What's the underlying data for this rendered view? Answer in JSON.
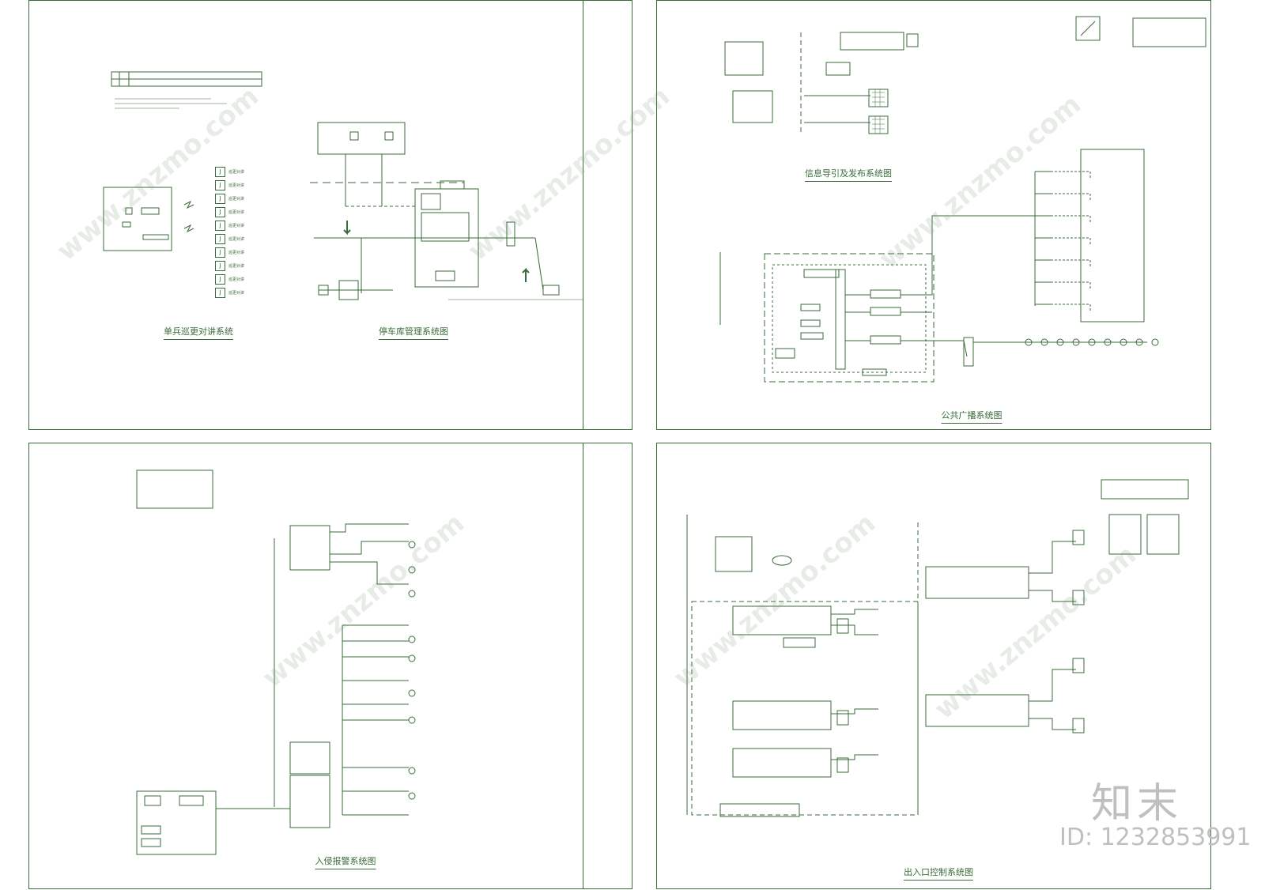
{
  "sheets": {
    "top_left": {
      "titles": [
        "单兵巡更对讲系统",
        "停车库管理系统图"
      ],
      "intercom_labels": [
        "巡更对讲",
        "巡更对讲",
        "巡更对讲",
        "巡更对讲",
        "巡更对讲",
        "巡更对讲",
        "巡更对讲",
        "巡更对讲",
        "巡更对讲",
        "巡更对讲"
      ],
      "intercom_marker": "J"
    },
    "top_right": {
      "titles": [
        "信息导引及发布系统图",
        "公共广播系统图"
      ]
    },
    "bottom_left": {
      "titles": [
        "入侵报警系统图"
      ]
    },
    "bottom_right": {
      "titles": [
        "出入口控制系统图"
      ]
    }
  },
  "watermark": {
    "text": "www.znzmo.com",
    "brand": "知末",
    "id_text": "ID: 1232853991"
  },
  "colors": {
    "line": "#3a6b3a",
    "watermark": "#bfbfbf"
  }
}
